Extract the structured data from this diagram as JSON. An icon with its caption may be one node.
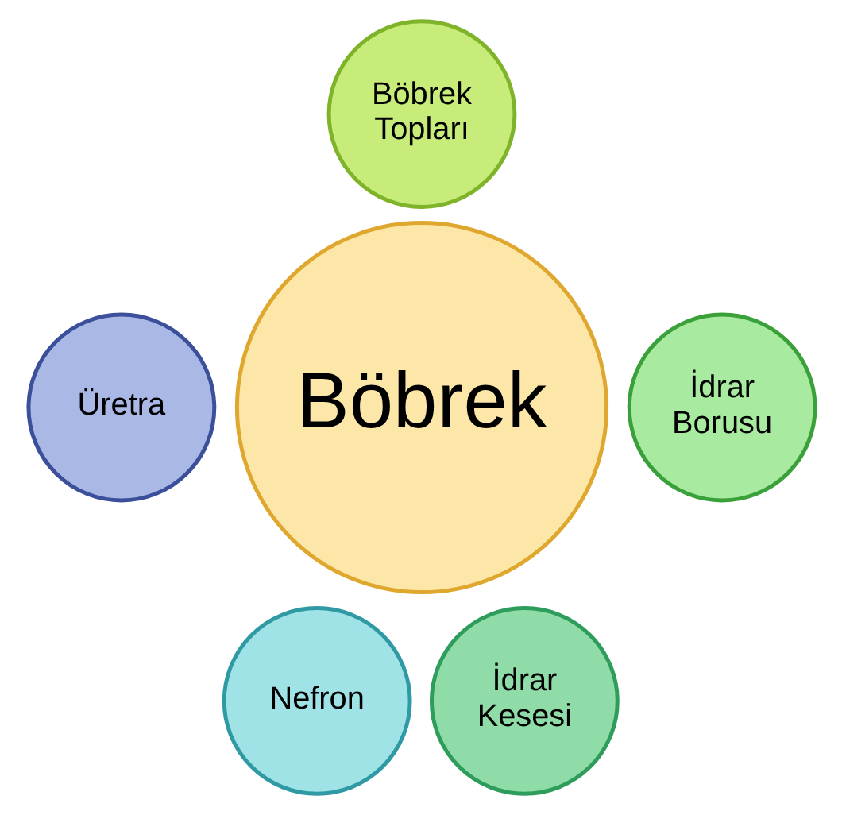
{
  "diagram": {
    "nodes": [
      {
        "text": [
          "Böbrek Topları"
        ]
      },
      {
        "text": [
          "Üretra"
        ]
      },
      {
        "text": [
          "Böbrek"
        ]
      },
      {
        "text": [
          "İdrar Borusu"
        ]
      },
      {
        "text": [
          "Nefron"
        ]
      },
      {
        "text": [
          "İdrar Kesesi"
        ]
      }
    ],
    "edges": []
  }
}
